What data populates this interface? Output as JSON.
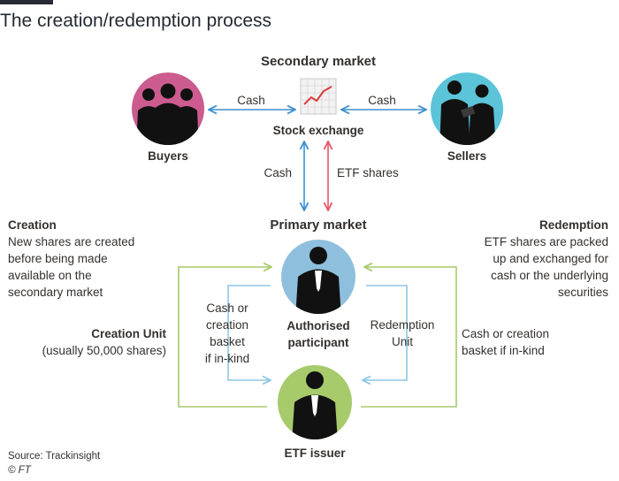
{
  "title": "The creation/redemption process",
  "secondary_market": {
    "label": "Secondary market",
    "stock_exchange": "Stock exchange",
    "buyers": "Buyers",
    "sellers": "Sellers",
    "cash_left": "Cash",
    "cash_right": "Cash",
    "cash_down": "Cash",
    "etf_shares_up": "ETF shares"
  },
  "primary_market": {
    "label": "Primary market",
    "ap_line1": "Authorised",
    "ap_line2": "participant",
    "issuer": "ETF issuer",
    "creation_basket": [
      "Cash or",
      "creation",
      "basket",
      "if in-kind"
    ],
    "redemption_unit": [
      "Redemption",
      "Unit"
    ],
    "creation_unit": "Creation Unit",
    "creation_unit_note": "(usually 50,000 shares)",
    "cash_basket_right": [
      "Cash or creation",
      "basket if in-kind"
    ]
  },
  "creation": {
    "heading": "Creation",
    "lines": [
      "New shares are created",
      "before being made",
      "available on the",
      "secondary market"
    ]
  },
  "redemption": {
    "heading": "Redemption",
    "lines": [
      "ETF shares are packed",
      "up and exchanged for",
      "cash or the underlying",
      "securities"
    ]
  },
  "footer": {
    "source": "Source: Trackinsight",
    "copyright": "© FT"
  },
  "colors": {
    "pink": "#cc5c8f",
    "cyan": "#5bc4d9",
    "ap_blue": "#8ec0dd",
    "green": "#a7ca6b",
    "blue_arrow": "#3a8fd1",
    "red_arrow": "#e5566a",
    "light_blue_arrow": "#8dc6e4",
    "green_arrow": "#a7ca6b"
  }
}
